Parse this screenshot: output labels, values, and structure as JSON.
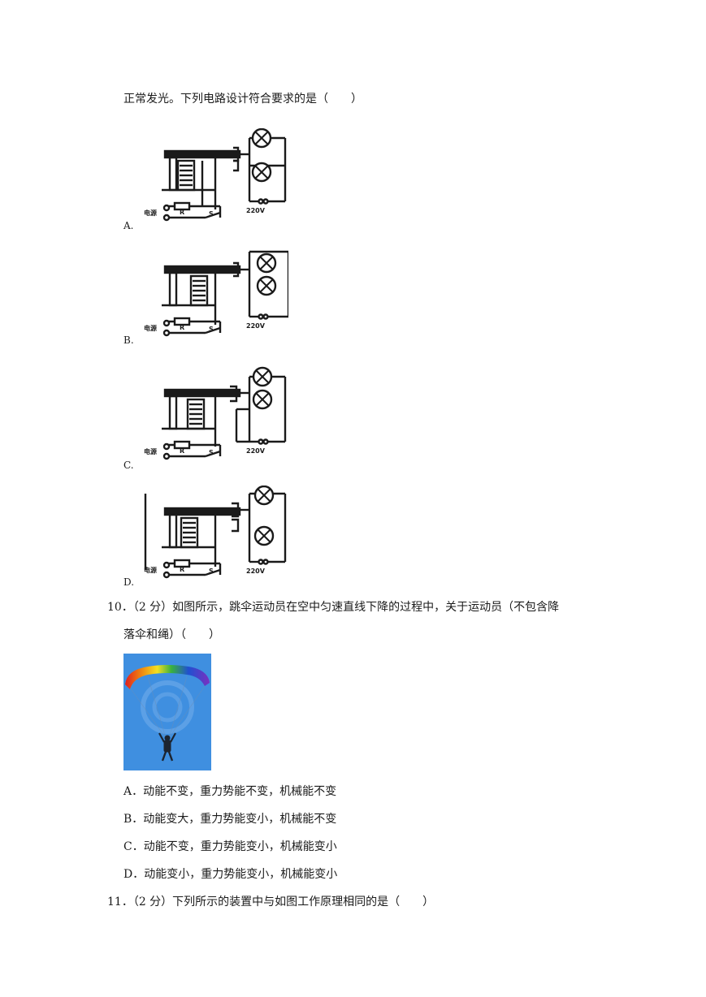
{
  "q9": {
    "stem_tail": "正常发光。下列电路设计符合要求的是（　　）",
    "options": [
      {
        "label": "A.",
        "source_label": "电源",
        "r_label": "R",
        "s_label": "S",
        "voltage": "220V"
      },
      {
        "label": "B.",
        "source_label": "电源",
        "r_label": "R",
        "s_label": "S",
        "voltage": "220V"
      },
      {
        "label": "C.",
        "source_label": "电源",
        "r_label": "R",
        "s_label": "S",
        "voltage": "220V"
      },
      {
        "label": "D.",
        "source_label": "电源",
        "r_label": "R",
        "s_label": "S",
        "voltage": "220V"
      }
    ]
  },
  "q10": {
    "stem_line1": "10．（2 分）如图所示，跳伞运动员在空中匀速直线下降的过程中，关于运动员（不包含降",
    "stem_line2": "落伞和绳）（　　）",
    "options": [
      "A．动能不变，重力势能不变，机械能不变",
      "B．动能变大，重力势能变小，机械能不变",
      "C．动能不变，重力势能变小，机械能变小",
      "D．动能变小，重力势能变小，机械能变小"
    ]
  },
  "q11": {
    "stem": "11．（2 分）下列所示的装置中与如图工作原理相同的是（　　）"
  },
  "colors": {
    "sky": "#3f8fe0",
    "ink": "#1a1a1a"
  }
}
